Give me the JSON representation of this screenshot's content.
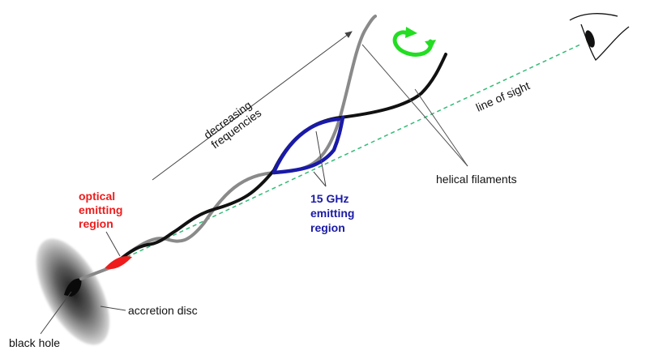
{
  "labels": {
    "decreasing_1": "decreasing",
    "decreasing_2": "frequencies",
    "line_of_sight": "line of sight",
    "helical_filaments": "helical filaments",
    "optical_1": "optical",
    "optical_2": "emitting",
    "optical_3": "region",
    "ghz_1": "15 GHz",
    "ghz_2": "emitting",
    "ghz_3": "region",
    "accretion_disc": "accretion disc",
    "black_hole": "black hole"
  },
  "colors": {
    "optical": "#ee1c1c",
    "ghz": "#1a1aa8",
    "rotation": "#22dd22",
    "line_of_sight": "#33bb77",
    "filament_dark": "#111111",
    "filament_grey": "#8a8a8a"
  },
  "icons": {
    "eye": "eye-icon",
    "rotation": "rotation-arrow-icon"
  }
}
